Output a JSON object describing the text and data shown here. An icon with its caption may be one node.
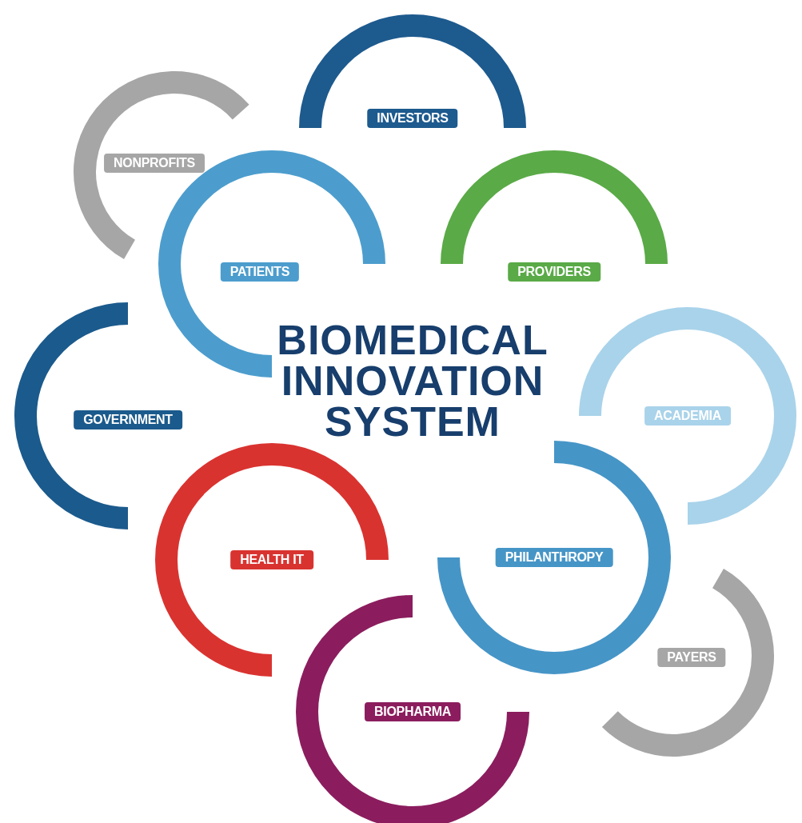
{
  "diagram": {
    "title": "BIOMEDICAL INNOVATION SYSTEM",
    "nodes": [
      {
        "text": [
          "INVESTORS"
        ]
      },
      {
        "text": [
          "NONPROFITS"
        ]
      },
      {
        "text": [
          "PATIENTS"
        ]
      },
      {
        "text": [
          "PROVIDERS"
        ]
      },
      {
        "text": [
          "GOVERNMENT"
        ]
      },
      {
        "text": [
          "ACADEMIA"
        ]
      },
      {
        "text": [
          "HEALTH IT"
        ]
      },
      {
        "text": [
          "PHILANTHROPY"
        ]
      },
      {
        "text": [
          "PAYERS"
        ]
      },
      {
        "text": [
          "BIOPHARMA"
        ]
      }
    ]
  }
}
